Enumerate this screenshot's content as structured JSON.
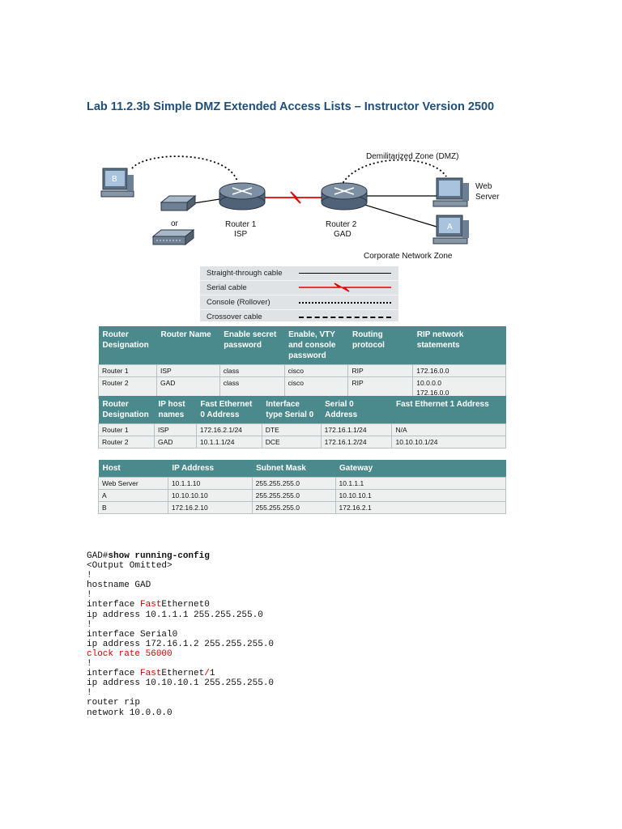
{
  "title": "Lab 11.2.3b Simple DMZ Extended Access Lists – Instructor Version 2500",
  "diagram": {
    "dmz_label": "Demilitarized Zone (DMZ)",
    "web_server_label_1": "Web",
    "web_server_label_2": "Server",
    "router1_label_1": "Router 1",
    "router1_label_2": "ISP",
    "router2_label_1": "Router 2",
    "router2_label_2": "GAD",
    "or_label": "or",
    "host_b_label": "B",
    "host_a_label": "A",
    "corporate_label": "Corporate Network Zone"
  },
  "legend": [
    {
      "label": "Straight-through cable"
    },
    {
      "label": "Serial cable"
    },
    {
      "label": "Console (Rollover)"
    },
    {
      "label": "Crossover cable"
    }
  ],
  "table1": {
    "headers": [
      "Router Designation",
      "Router Name",
      "Enable secret password",
      "Enable, VTY and console password",
      "Routing protocol",
      "RIP network statements"
    ],
    "rows": [
      [
        "Router 1",
        "ISP",
        "class",
        "cisco",
        "RIP",
        "172.16.0.0"
      ],
      [
        "Router 2",
        "GAD",
        "class",
        "cisco",
        "RIP",
        "10.0.0.0\n172.16.0.0"
      ]
    ]
  },
  "table2": {
    "headers": [
      "Router Designation",
      "IP host names",
      "Fast Ethernet 0 Address",
      "Interface type Serial 0",
      "Serial 0 Address",
      "Fast Ethernet 1 Address"
    ],
    "rows": [
      [
        "Router 1",
        "ISP",
        "172.16.2.1/24",
        "DTE",
        "172.16.1.1/24",
        "N/A"
      ],
      [
        "Router 2",
        "GAD",
        "10.1.1.1/24",
        "DCE",
        "172.16.1.2/24",
        "10.10.10.1/24"
      ]
    ]
  },
  "table3": {
    "headers": [
      "Host",
      "IP Address",
      "Subnet Mask",
      "Gateway"
    ],
    "rows": [
      [
        "Web Server",
        "10.1.1.10",
        "255.255.255.0",
        "10.1.1.1"
      ],
      [
        "A",
        "10.10.10.10",
        "255.255.255.0",
        "10.10.10.1"
      ],
      [
        "B",
        "172.16.2.10",
        "255.255.255.0",
        "172.16.2.1"
      ]
    ]
  },
  "code": {
    "l1_prompt": "GAD#",
    "l1_cmd": "show running-config",
    "l2": "<Output Omitted>",
    "l3": "!",
    "l4": "hostname GAD",
    "l5": "!",
    "l6_a": "interface ",
    "l6_b": "Fast",
    "l6_c": "Ethernet0",
    "l7": "ip address 10.1.1.1 255.255.255.0",
    "l8": "!",
    "l9": "interface Serial0",
    "l10": "ip address 172.16.1.2 255.255.255.0",
    "l11": "clock rate 56000",
    "l12": "!",
    "l13_a": "interface ",
    "l13_b": "Fast",
    "l13_c": "Ethernet",
    "l13_d": "/",
    "l13_e": "1",
    "l14": "ip address 10.10.10.1 255.255.255.0",
    "l15": "!",
    "l16": "router rip",
    "l17": "network 10.0.0.0"
  }
}
